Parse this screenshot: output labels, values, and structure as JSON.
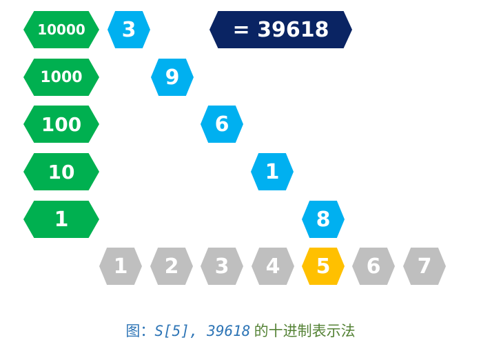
{
  "place_values": [
    "10000",
    "1000",
    "100",
    "10",
    "1"
  ],
  "digits": [
    "3",
    "9",
    "6",
    "1",
    "8"
  ],
  "result": "= 39618",
  "indices": [
    "1",
    "2",
    "3",
    "4",
    "5",
    "6",
    "7"
  ],
  "highlight_index": 5,
  "colors": {
    "place": "#00b050",
    "digit": "#00b0f0",
    "result": "#0a2463",
    "index": "#bfbfbf",
    "index_highlight": "#ffc000",
    "caption_code": "#2e75b6",
    "caption_text": "#548235"
  },
  "caption": {
    "prefix": "图：",
    "code": "S[5], 39618",
    "suffix": "的十进制表示法"
  }
}
